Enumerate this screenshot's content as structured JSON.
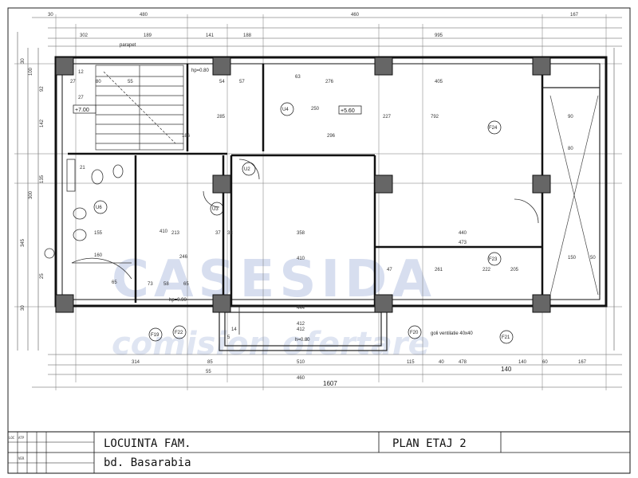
{
  "watermark": {
    "brand": "CASESIDA",
    "tagline": "comision ofertare"
  },
  "title_block": {
    "project": "LOCUINTA FAM.",
    "address": "bd. Basarabia",
    "sheet": "PLAN ETAJ 2",
    "side_labels": [
      "LOC",
      "ATP",
      "VER"
    ]
  },
  "levels": [
    "+7.00",
    "+5.60"
  ],
  "rooms": [
    "U4",
    "U6",
    "U2",
    "U3",
    "F24",
    "F23",
    "F19",
    "F22",
    "F20",
    "F21"
  ],
  "notes": [
    "parapet",
    "hp=0.80",
    "hp=0.90",
    "goli ventilatie 40x40",
    "h=0.80"
  ],
  "dimensions": {
    "top": [
      "30",
      "480",
      "460",
      "167",
      "302",
      "189",
      "141",
      "188",
      "995"
    ],
    "bottom": [
      "314",
      "85",
      "55",
      "510",
      "115",
      "40",
      "478",
      "140",
      "60",
      "167",
      "460",
      "1607",
      "140",
      "412",
      "14",
      "5"
    ],
    "left": [
      "100",
      "300",
      "345",
      "30",
      "30",
      "142",
      "92",
      "25",
      "135"
    ],
    "interior": [
      "27",
      "80",
      "54",
      "57",
      "276",
      "405",
      "55",
      "63",
      "285",
      "250",
      "227",
      "792",
      "186",
      "296",
      "12",
      "27",
      "213",
      "410",
      "358",
      "410",
      "440",
      "473",
      "47",
      "261",
      "246",
      "444",
      "412",
      "73",
      "58",
      "65",
      "37",
      "33",
      "21",
      "160",
      "65",
      "155",
      "222",
      "205",
      "90",
      "80",
      "150",
      "50"
    ]
  }
}
